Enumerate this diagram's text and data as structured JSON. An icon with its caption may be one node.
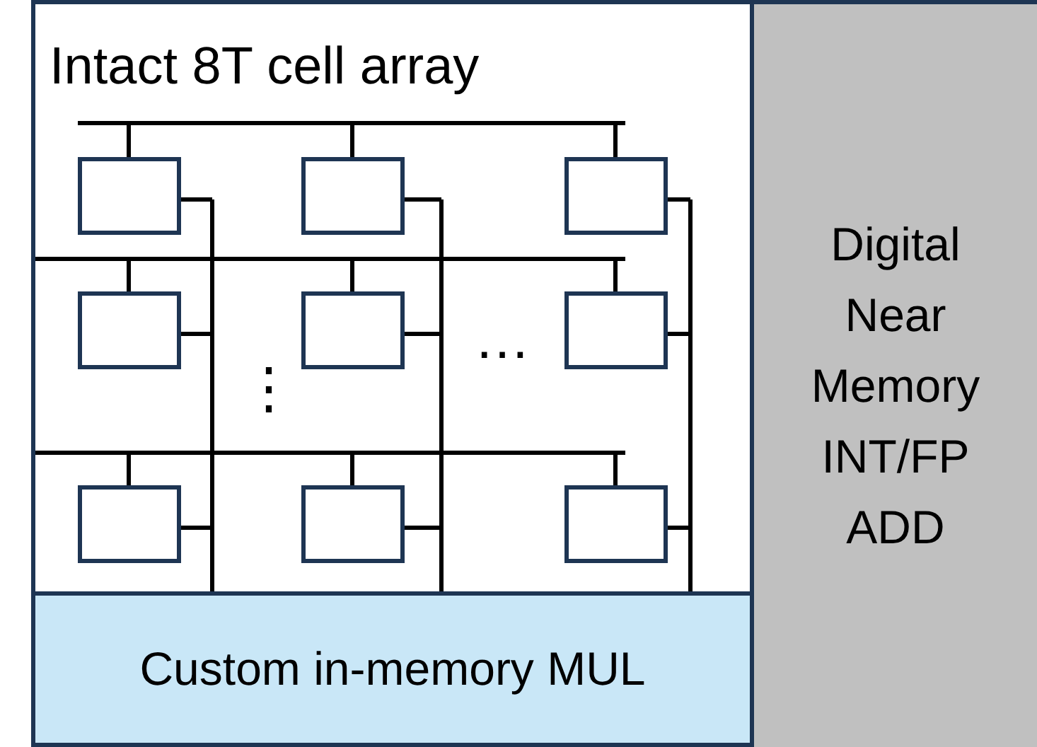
{
  "diagram": {
    "nodes": [
      {
        "text": [
          "Intact 8T cell array"
        ]
      },
      {
        "text": [],
        "shape": "box",
        "in": 0
      },
      {
        "text": [],
        "shape": "box",
        "in": 0
      },
      {
        "text": [],
        "shape": "box",
        "in": 0
      },
      {
        "text": [],
        "shape": "box",
        "in": 0
      },
      {
        "text": [],
        "shape": "box",
        "in": 0
      },
      {
        "text": [],
        "shape": "box",
        "in": 0
      },
      {
        "text": [],
        "shape": "box",
        "in": 0
      },
      {
        "text": [],
        "shape": "box",
        "in": 0
      },
      {
        "text": [],
        "shape": "box",
        "in": 0
      },
      {
        "text": [
          "Custom in-memory MUL"
        ]
      },
      {
        "text": [
          "Digital Near Memory INT/FP ADD"
        ]
      }
    ],
    "edges": [],
    "labels": [
      "…",
      "⋮"
    ]
  }
}
